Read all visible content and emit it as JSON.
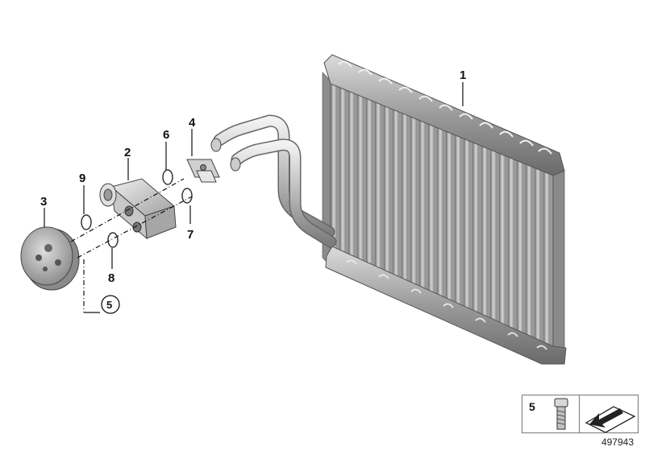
{
  "callouts": {
    "c1": "1",
    "c2": "2",
    "c3": "3",
    "c4": "4",
    "c5": "5",
    "c6": "6",
    "c7": "7",
    "c8": "8",
    "c9": "9"
  },
  "legend": {
    "part_number": "5"
  },
  "diagram_id": "497943",
  "colors": {
    "metal_light": "#e4e4e4",
    "metal_mid": "#b8b8b8",
    "metal_dark": "#7c7c7c",
    "line": "#111111"
  }
}
